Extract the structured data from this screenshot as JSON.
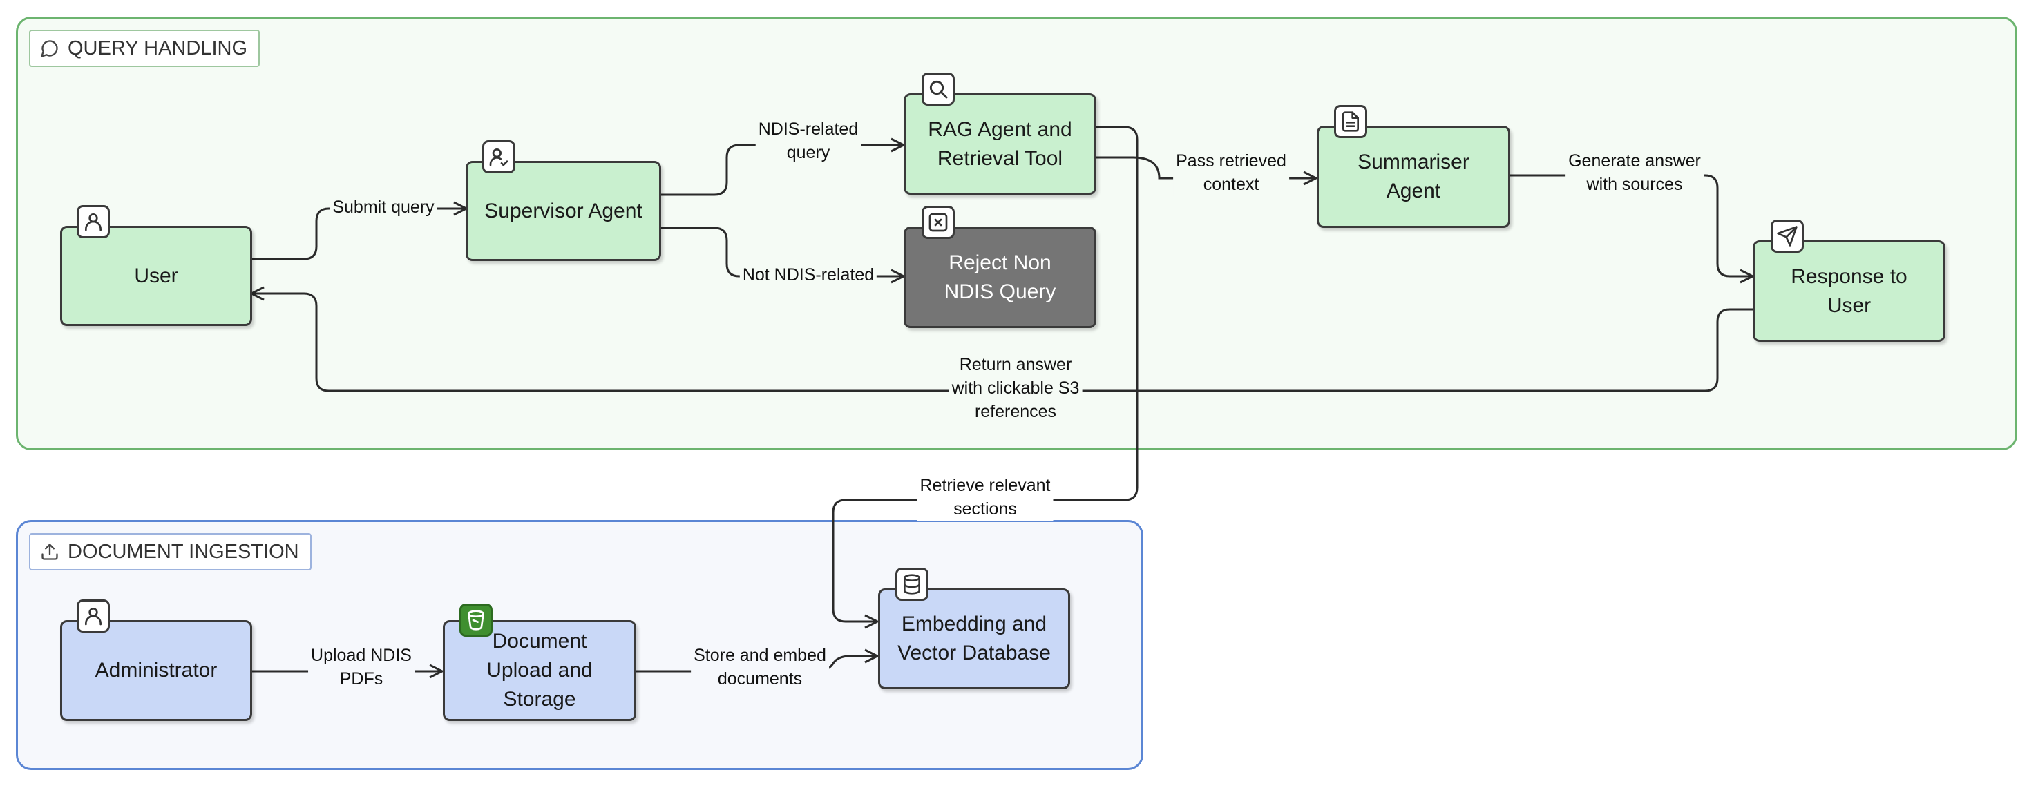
{
  "groups": {
    "query_handling": {
      "label": "QUERY HANDLING",
      "icon": "chat-bubble-icon"
    },
    "document_ingestion": {
      "label": "DOCUMENT INGESTION",
      "icon": "upload-icon"
    }
  },
  "nodes": {
    "user": {
      "label": "User",
      "icon": "user-icon"
    },
    "supervisor": {
      "label": "Supervisor Agent",
      "icon": "user-check-icon"
    },
    "rag": {
      "label": "RAG Agent and\nRetrieval Tool",
      "icon": "search-icon"
    },
    "reject": {
      "label": "Reject Non\nNDIS Query",
      "icon": "close-box-icon"
    },
    "summariser": {
      "label": "Summariser\nAgent",
      "icon": "document-icon"
    },
    "response": {
      "label": "Response to\nUser",
      "icon": "send-icon"
    },
    "administrator": {
      "label": "Administrator",
      "icon": "user-icon"
    },
    "upload": {
      "label": "Document\nUpload and\nStorage",
      "icon": "storage-bucket-icon"
    },
    "vectordb": {
      "label": "Embedding and\nVector Database",
      "icon": "database-icon"
    }
  },
  "edges": {
    "submit_query": "Submit query",
    "ndis_related": "NDIS-related\nquery",
    "not_ndis": "Not NDIS-related",
    "pass_context": "Pass retrieved\ncontext",
    "generate_answer": "Generate answer\nwith sources",
    "return_answer": "Return answer\nwith clickable S3\nreferences",
    "retrieve_sections": "Retrieve relevant\nsections",
    "upload_pdfs": "Upload NDIS\nPDFs",
    "store_embed": "Store and embed\ndocuments"
  },
  "colors": {
    "query_group_border": "#6cb46f",
    "query_group_fill": "#f5fbf5",
    "ingest_group_border": "#5b86d4",
    "ingest_group_fill": "#f6f8fc",
    "green_node": "#c9f0cf",
    "blue_node": "#c9d8f7",
    "reject_node": "#757575"
  }
}
